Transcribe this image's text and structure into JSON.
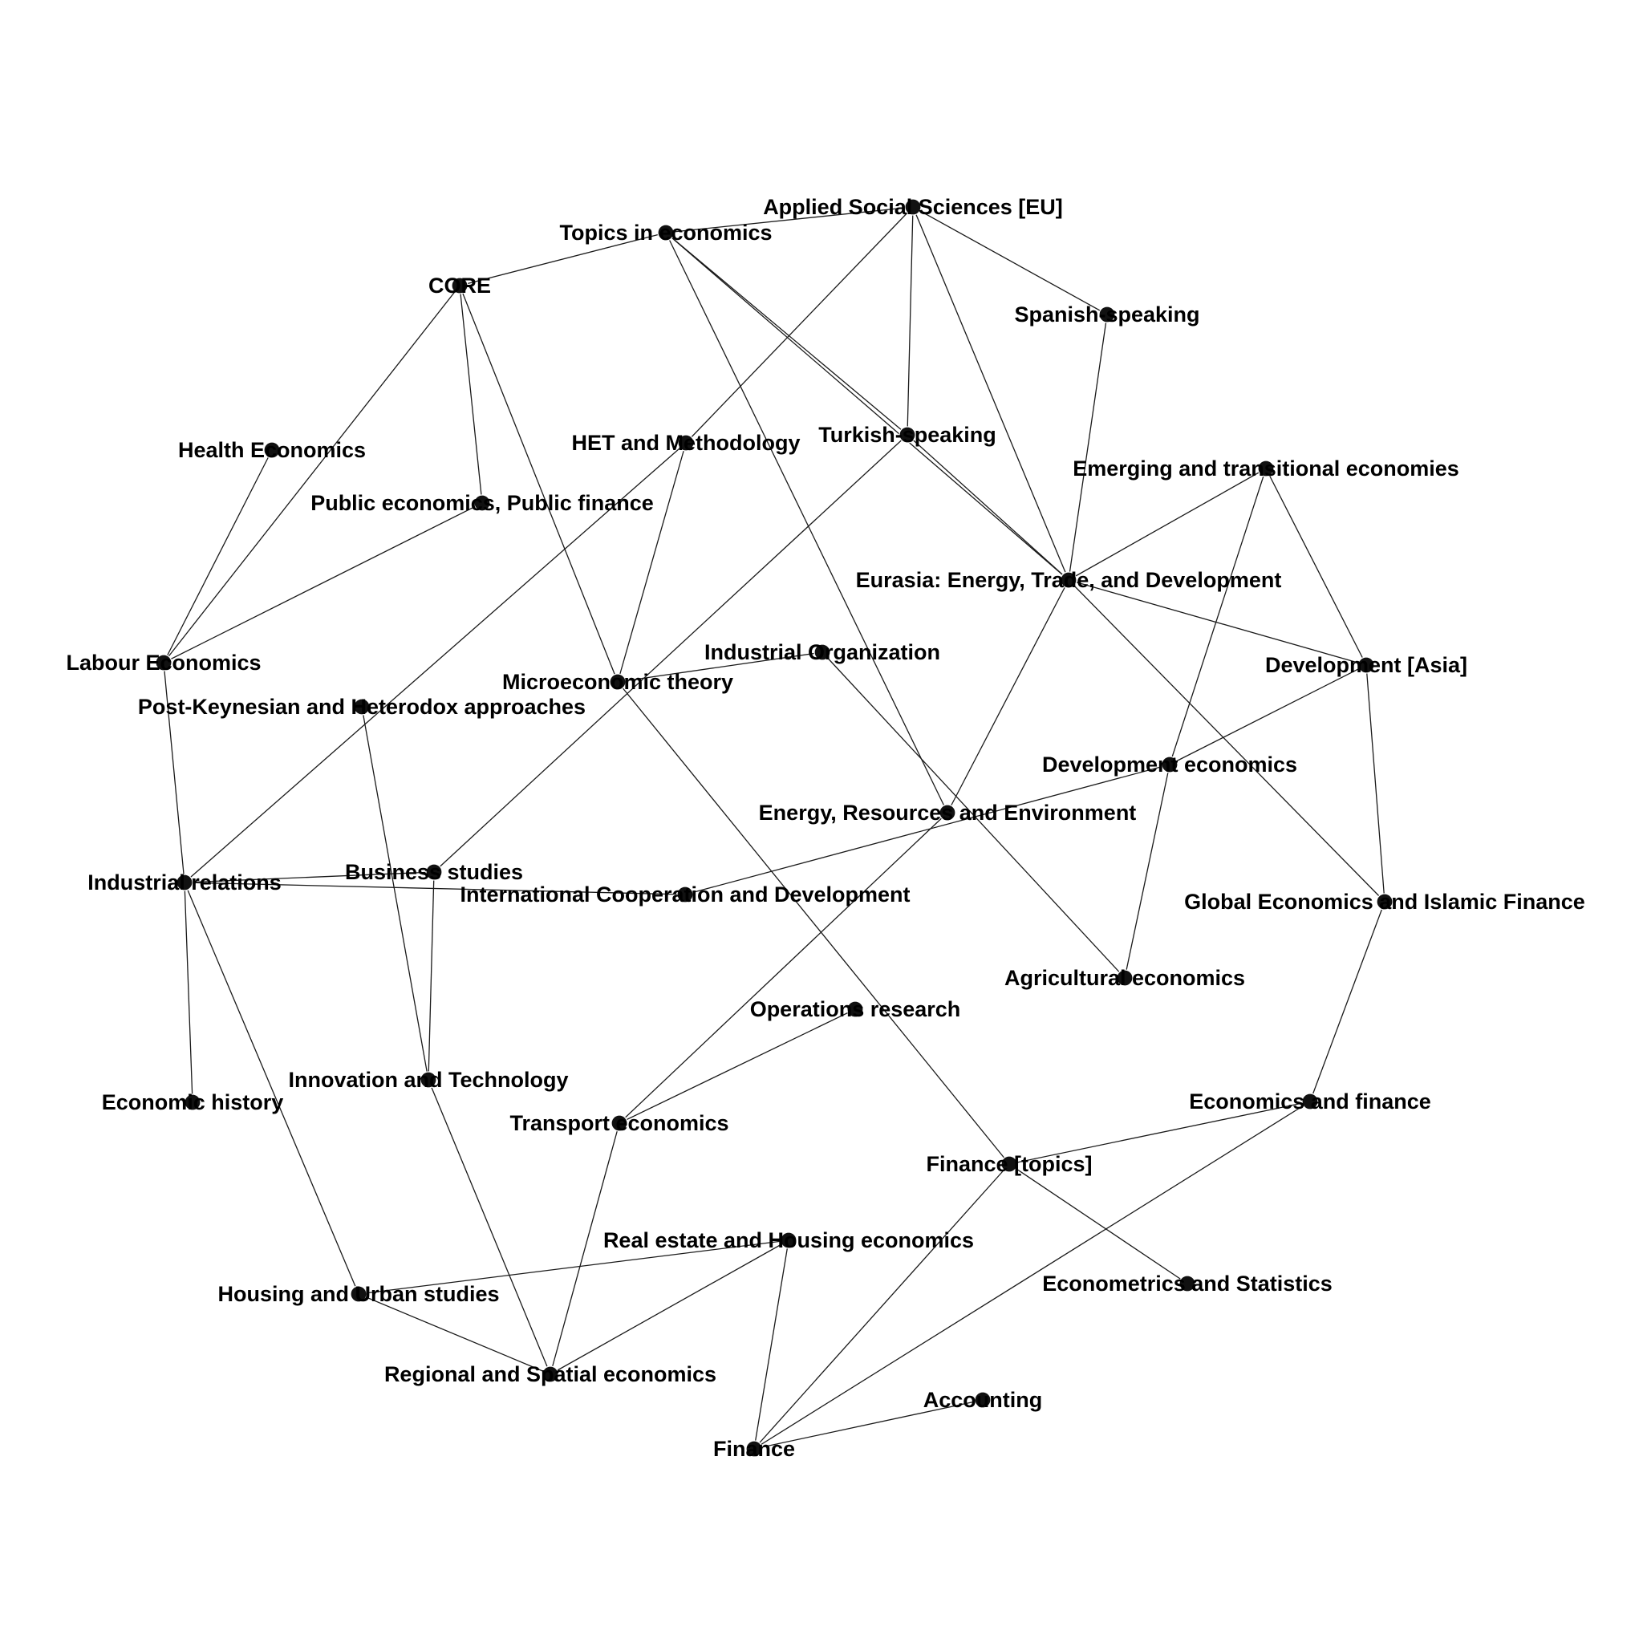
{
  "graph": {
    "node_color": "#111111",
    "edge_color": "#1a1a1a",
    "label_color": "#000000",
    "nodes": [
      {
        "id": "applied",
        "label": "Applied Social Sciences [EU]"
      },
      {
        "id": "topics",
        "label": "Topics in economics"
      },
      {
        "id": "core",
        "label": "CORE"
      },
      {
        "id": "spanish",
        "label": "Spanish-speaking"
      },
      {
        "id": "health",
        "label": "Health Economics"
      },
      {
        "id": "het",
        "label": "HET and Methodology"
      },
      {
        "id": "turkish",
        "label": "Turkish-speaking"
      },
      {
        "id": "emerging",
        "label": "Emerging and transitional economies"
      },
      {
        "id": "public",
        "label": "Public economics, Public finance"
      },
      {
        "id": "eurasia",
        "label": "Eurasia: Energy, Trade, and Development"
      },
      {
        "id": "labour",
        "label": "Labour Economics"
      },
      {
        "id": "indorg",
        "label": "Industrial Organization"
      },
      {
        "id": "devasia",
        "label": "Development [Asia]"
      },
      {
        "id": "micro",
        "label": "Microeconomic theory"
      },
      {
        "id": "postk",
        "label": "Post-Keynesian and Heterodox approaches"
      },
      {
        "id": "develop",
        "label": "Development economics"
      },
      {
        "id": "energy",
        "label": "Energy, Resources and Environment"
      },
      {
        "id": "business",
        "label": "Business studies"
      },
      {
        "id": "indrel",
        "label": "Industrial relations"
      },
      {
        "id": "intcoop",
        "label": "International Cooperation and Development"
      },
      {
        "id": "global",
        "label": "Global Economics and Islamic Finance"
      },
      {
        "id": "agri",
        "label": "Agricultural economics"
      },
      {
        "id": "opres",
        "label": "Operations research"
      },
      {
        "id": "innov",
        "label": "Innovation and Technology"
      },
      {
        "id": "econhist",
        "label": "Economic history"
      },
      {
        "id": "econfin",
        "label": "Economics and finance"
      },
      {
        "id": "transport",
        "label": "Transport economics"
      },
      {
        "id": "fintopics",
        "label": "Finance [topics]"
      },
      {
        "id": "realestate",
        "label": "Real estate and Housing economics"
      },
      {
        "id": "housing",
        "label": "Housing and Urban studies"
      },
      {
        "id": "econometrics",
        "label": "Econometrics and Statistics"
      },
      {
        "id": "regional",
        "label": "Regional and Spatial economics"
      },
      {
        "id": "accounting",
        "label": "Accounting"
      },
      {
        "id": "finance",
        "label": "Finance"
      }
    ],
    "edges": [
      [
        "applied",
        "topics"
      ],
      [
        "applied",
        "spanish"
      ],
      [
        "applied",
        "turkish"
      ],
      [
        "applied",
        "eurasia"
      ],
      [
        "applied",
        "het"
      ],
      [
        "topics",
        "core"
      ],
      [
        "topics",
        "eurasia"
      ],
      [
        "topics",
        "turkish"
      ],
      [
        "topics",
        "energy"
      ],
      [
        "core",
        "public"
      ],
      [
        "core",
        "labour"
      ],
      [
        "core",
        "micro"
      ],
      [
        "spanish",
        "eurasia"
      ],
      [
        "health",
        "labour"
      ],
      [
        "het",
        "micro"
      ],
      [
        "het",
        "indrel"
      ],
      [
        "turkish",
        "eurasia"
      ],
      [
        "turkish",
        "business"
      ],
      [
        "emerging",
        "eurasia"
      ],
      [
        "emerging",
        "devasia"
      ],
      [
        "emerging",
        "develop"
      ],
      [
        "public",
        "labour"
      ],
      [
        "eurasia",
        "devasia"
      ],
      [
        "eurasia",
        "energy"
      ],
      [
        "eurasia",
        "global"
      ],
      [
        "labour",
        "indrel"
      ],
      [
        "indorg",
        "micro"
      ],
      [
        "indorg",
        "agri"
      ],
      [
        "devasia",
        "develop"
      ],
      [
        "devasia",
        "global"
      ],
      [
        "micro",
        "fintopics"
      ],
      [
        "postk",
        "innov"
      ],
      [
        "develop",
        "intcoop"
      ],
      [
        "develop",
        "agri"
      ],
      [
        "energy",
        "transport"
      ],
      [
        "business",
        "indrel"
      ],
      [
        "business",
        "innov"
      ],
      [
        "indrel",
        "intcoop"
      ],
      [
        "indrel",
        "econhist"
      ],
      [
        "indrel",
        "housing"
      ],
      [
        "global",
        "econfin"
      ],
      [
        "opres",
        "transport"
      ],
      [
        "innov",
        "regional"
      ],
      [
        "econfin",
        "fintopics"
      ],
      [
        "econfin",
        "finance"
      ],
      [
        "transport",
        "regional"
      ],
      [
        "fintopics",
        "econometrics"
      ],
      [
        "fintopics",
        "finance"
      ],
      [
        "realestate",
        "housing"
      ],
      [
        "realestate",
        "regional"
      ],
      [
        "realestate",
        "finance"
      ],
      [
        "housing",
        "regional"
      ],
      [
        "accounting",
        "finance"
      ]
    ]
  }
}
